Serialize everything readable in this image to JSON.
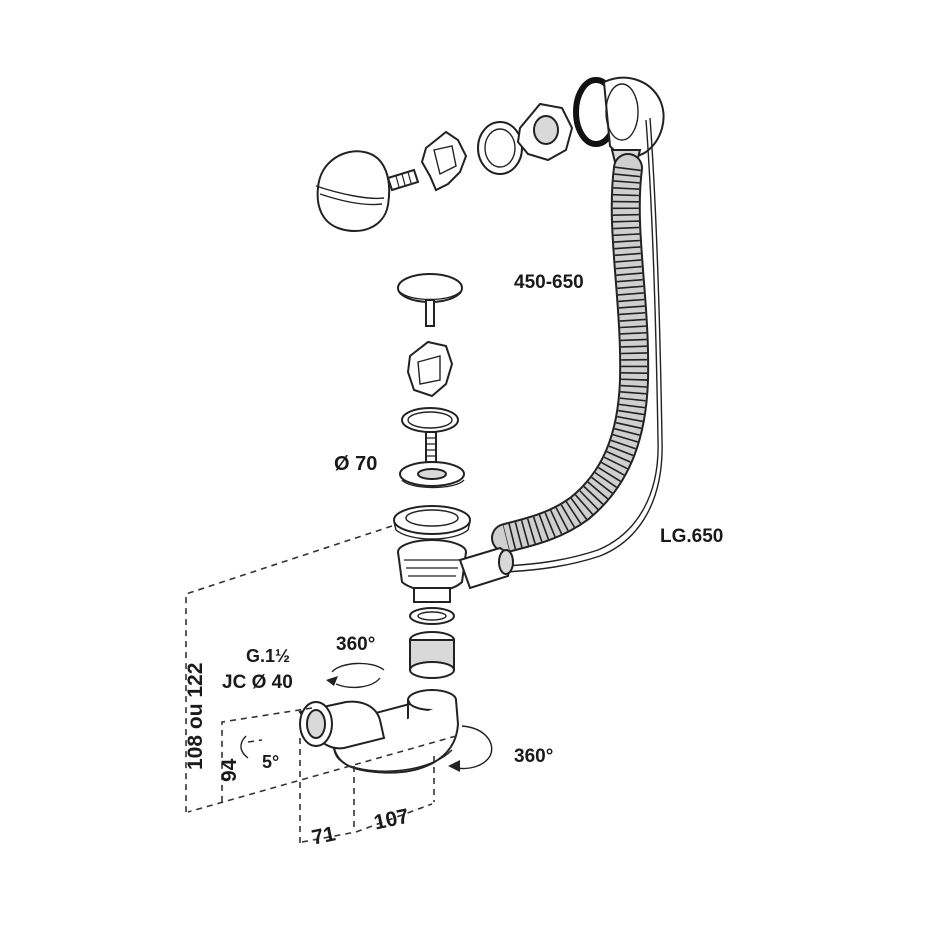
{
  "labels": {
    "hose_length": "450-650",
    "cable_length": "LG.650",
    "diameter_70": "Ø 70",
    "thread_line1": "G.1½",
    "thread_line2": "JC Ø 40",
    "rotation_trap": "360°",
    "rotation_elbow": "360°",
    "height_range": "108 ou 122",
    "height_94": "94",
    "angle": "5°",
    "width_71": "71",
    "width_107": "107"
  },
  "colors": {
    "line": "#222222",
    "fill_grey": "#d9d9d9",
    "background": "#ffffff"
  }
}
